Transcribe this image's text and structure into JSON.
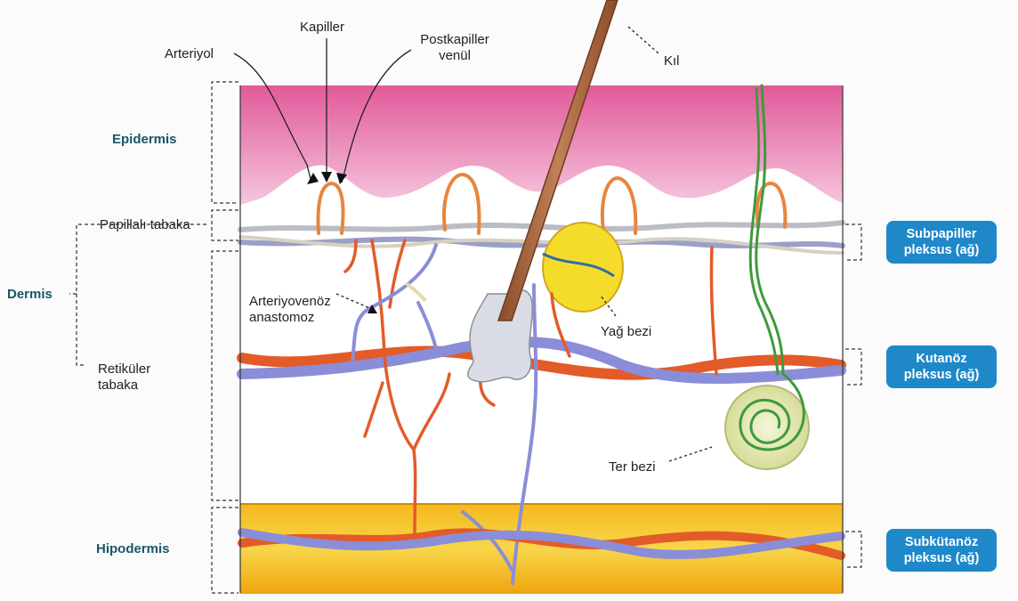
{
  "labels": {
    "arteriyol": "Arteriyol",
    "kapiller": "Kapiller",
    "postkapiller_line1": "Postkapiller",
    "postkapiller_line2": "venül",
    "kil": "Kıl",
    "papillali": "Papillalı tabaka",
    "retikuler_line1": "Retiküler",
    "retikuler_line2": "tabaka",
    "arteriyovenoz_line1": "Arteriyovenöz",
    "arteriyovenoz_line2": "anastomoz",
    "yag_bezi": "Yağ bezi",
    "ter_bezi": "Ter bezi"
  },
  "layers": {
    "epidermis": "Epidermis",
    "dermis": "Dermis",
    "hipodermis": "Hipodermis"
  },
  "plexus": {
    "subpapiller_line1": "Subpapiller",
    "subpapiller_line2": "pleksus (ağ)",
    "kutanoz_line1": "Kutanöz",
    "kutanoz_line2": "pleksus (ağ)",
    "subkutanoz_line1": "Subkütanöz",
    "subkutanoz_line2": "pleksus (ağ)"
  },
  "colors": {
    "epidermis": "#e070a6",
    "hipodermis": "#f2b31c",
    "artery": "#e35b28",
    "vein": "#8a8ed8",
    "hair": "#a8633c",
    "sebaceous": "#f6dc2a",
    "sweat_duct": "#3f9a3c",
    "plexus_box": "#1e88c9",
    "layer_text": "#1c5566"
  }
}
